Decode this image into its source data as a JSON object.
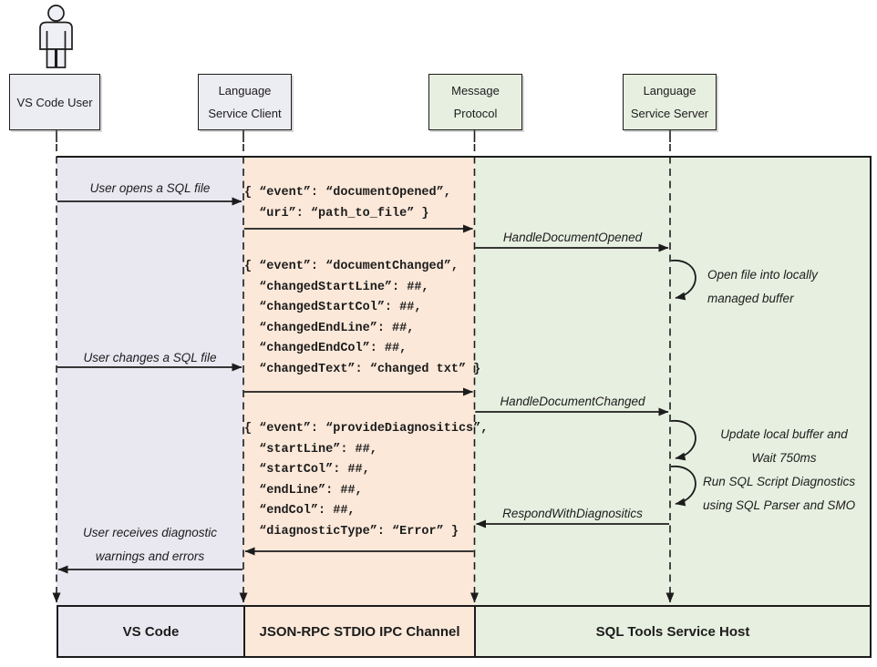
{
  "diagram": {
    "actors": {
      "user": {
        "label": "VS Code User"
      },
      "client": {
        "label": "Language\nService Client"
      },
      "protocol": {
        "label": "Message\nProtocol"
      },
      "server": {
        "label": "Language\nService Server"
      }
    },
    "messages": {
      "open_file": "User opens a SQL file",
      "document_opened_json": "{ “event”: “documentOpened”,\n  “uri”: “path_to_file” }",
      "handle_document_opened": "HandleDocumentOpened",
      "note_open_buffer": "Open file into locally\nmanaged buffer",
      "document_changed_json": "{ “event”: “documentChanged”,\n  “changedStartLine”: ##,\n  “changedStartCol”: ##,\n  “changedEndLine”: ##,\n  “changedEndCol”: ##,\n  “changedText”: “changed txt” }",
      "change_file": "User changes a SQL file",
      "handle_document_changed": "HandleDocumentChanged",
      "note_update_buffer": "Update local buffer and\nWait 750ms",
      "note_run_diagnostics": "Run SQL Script Diagnostics\nusing SQL Parser and SMO",
      "provide_diagnostics_json": "{ “event”: “provideDiagnositics”,\n  “startLine”: ##,\n  “startCol”: ##,\n  “endLine”: ##,\n  “endCol”: ##,\n  “diagnosticType”: “Error” }",
      "respond_with_diagnostics": "RespondWithDiagnositics",
      "receive_diagnostics": "User receives diagnostic\nwarnings and errors"
    },
    "lanes": {
      "vscode": "VS Code",
      "channel": "JSON-RPC STDIO IPC Channel",
      "host": "SQL Tools Service Host"
    },
    "colors": {
      "lane_lavender": "#e9e8f1",
      "lane_peach": "#fbe8d9",
      "lane_green": "#e7efe0",
      "box_lavender": "#ececf3",
      "line": "#1c1c1c"
    }
  }
}
